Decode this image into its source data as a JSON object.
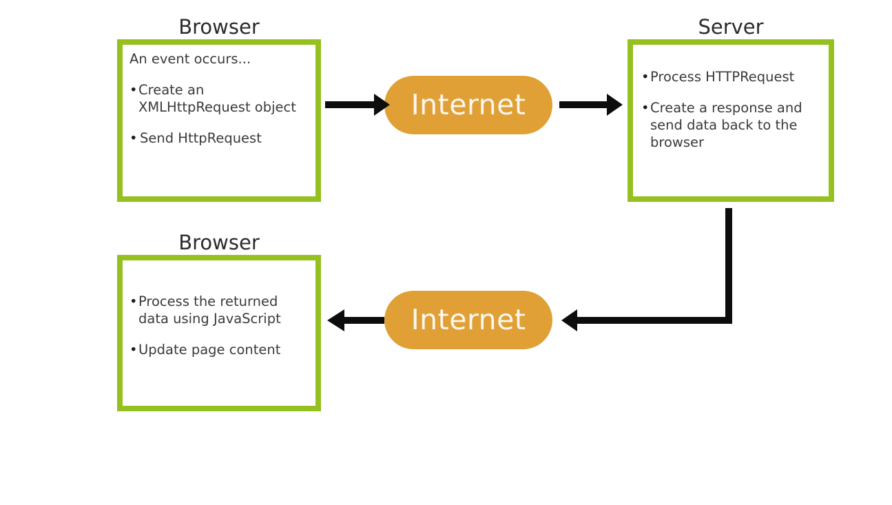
{
  "diagram": {
    "title_browser_top": "Browser",
    "title_server": "Server",
    "title_browser_bottom": "Browser",
    "colors": {
      "box_border_green": "#94c11f",
      "oval_orange": "#e0a035",
      "oval_text": "#fbf6ee",
      "arrow_black": "#0d0d0d",
      "body_text": "#3a3a3a",
      "title_text": "#2b2b2b",
      "background": "#ffffff"
    },
    "browser_top": {
      "heading": "An event occurs...",
      "bullets": [
        "Create an XMLHttpRequest object",
        "Send HttpRequest"
      ]
    },
    "server": {
      "bullets": [
        "Process HTTPRequest",
        "Create a response and send data back to the browser"
      ]
    },
    "browser_bottom": {
      "bullets": [
        "Process the returned data using JavaScript",
        "Update page content"
      ]
    },
    "internet_top": {
      "label": "Internet"
    },
    "internet_bottom": {
      "label": "Internet"
    },
    "connectors": [
      {
        "name": "browser-to-internet-top",
        "direction": "right"
      },
      {
        "name": "internet-top-to-server",
        "direction": "right"
      },
      {
        "name": "server-down-to-internet-bottom",
        "direction": "left-elbow"
      },
      {
        "name": "internet-bottom-to-browser",
        "direction": "left"
      }
    ]
  }
}
